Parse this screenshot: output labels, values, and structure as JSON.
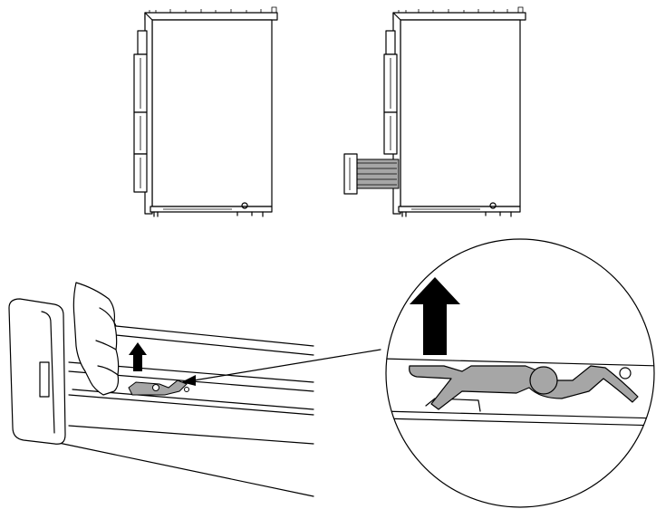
{
  "colors": {
    "outline": "#000000",
    "background": "#ffffff",
    "rail_gray": "#a6a6a6",
    "latch_gray": "#a6a6a6",
    "arrow": "#000000"
  },
  "views": [
    {
      "name": "drawer-closed-side-view"
    },
    {
      "name": "drawer-extended-side-view"
    },
    {
      "name": "drawer-front-release-view"
    },
    {
      "name": "latch-detail-magnified"
    }
  ],
  "icons": [
    "up-arrow-icon",
    "pointer-arrow-icon",
    "magnified-up-arrow-icon"
  ]
}
